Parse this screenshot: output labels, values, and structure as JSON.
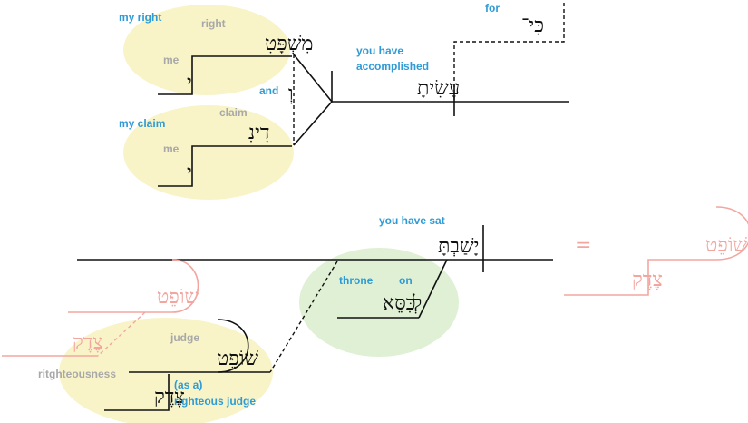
{
  "colors": {
    "gloss_blue": "#2f9bd6",
    "gloss_gray": "#a8a8a8",
    "yellow_highlight": "#f8f4c8",
    "green_highlight": "#dff0d5",
    "ghost_pink": "#f3a6a0",
    "line": "#111111"
  },
  "clause1": {
    "ki": {
      "hebrew": "כִּי־",
      "gloss": "for"
    },
    "verb": {
      "hebrew": "עָשִׂיתָ",
      "gloss_line1": "you have",
      "gloss_line2": "accomplished"
    },
    "conjunction": {
      "hebrew": "וְ",
      "gloss": "and"
    },
    "object1": {
      "hebrew": "מִשְׁפָּטִ",
      "gloss": "right",
      "side_label": "my right"
    },
    "suffix1": {
      "hebrew": "י",
      "gloss": "me"
    },
    "object2": {
      "hebrew": "דִינִ",
      "gloss": "claim",
      "side_label": "my claim"
    },
    "suffix2": {
      "hebrew": "י",
      "gloss": "me"
    }
  },
  "clause2": {
    "verb": {
      "hebrew": "יָשַׁבְתָּ",
      "gloss": "you have sat"
    },
    "prep": {
      "hebrew": "לְ",
      "gloss": "on"
    },
    "throne": {
      "hebrew": "כִּסֵּא",
      "gloss": "throne"
    },
    "judge": {
      "hebrew": "שׁוֹפֵט",
      "gloss": "judge"
    },
    "righteousness": {
      "hebrew": "צֶדֶק",
      "gloss": "ritghteousness",
      "note_line1": "(as a)",
      "note_line2": "righteous judge"
    }
  },
  "ghosts": {
    "left_judge": "שׁוֹפֵט",
    "left_righteousness": "צֶדֶק",
    "right_equals": "=",
    "right_judge": "שׁוֹפֵט",
    "right_righteousness": "צֶדֶק"
  }
}
